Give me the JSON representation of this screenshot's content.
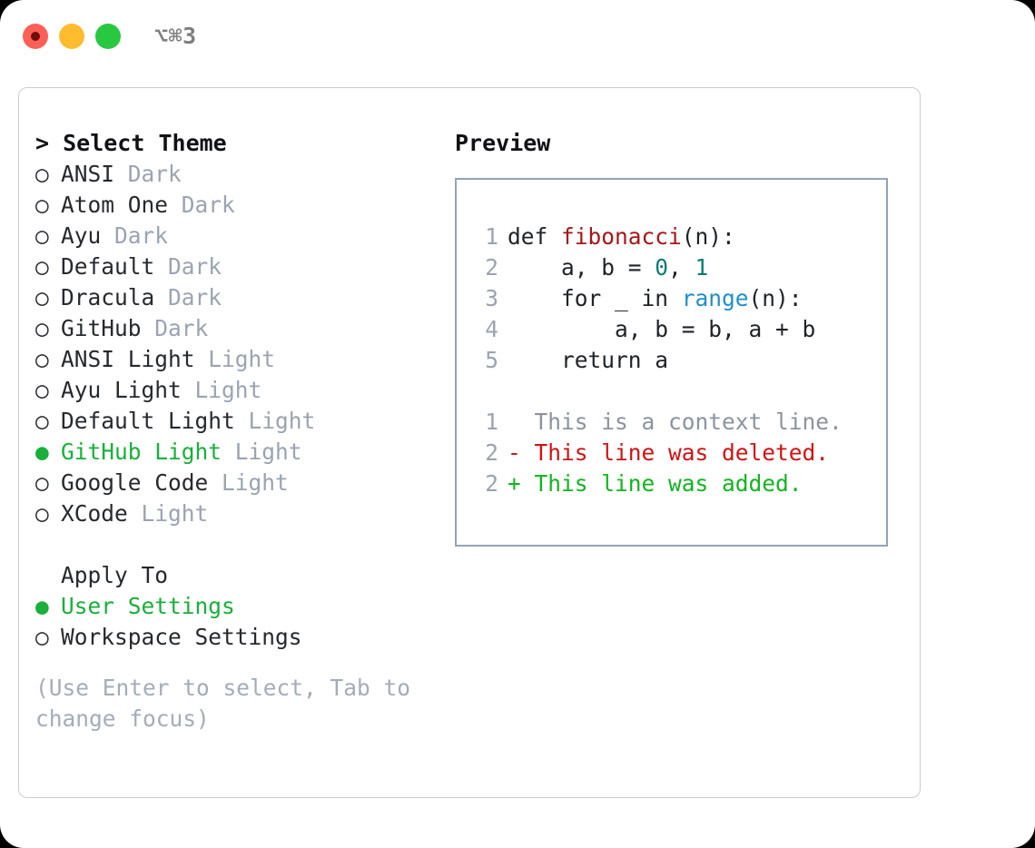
{
  "titlebar": {
    "shortcut": "⌥⌘3",
    "lights": [
      {
        "name": "close",
        "color": "#ff5f57"
      },
      {
        "name": "minimize",
        "color": "#febc2e"
      },
      {
        "name": "maximize",
        "color": "#28c840"
      }
    ]
  },
  "theme_list": {
    "header": "> Select Theme",
    "marker_unselected": "○",
    "marker_selected": "●",
    "selected_color": "#18b03a",
    "items": [
      {
        "marker": "○",
        "label": "ANSI",
        "suffix": "Dark",
        "selected": false
      },
      {
        "marker": "○",
        "label": "Atom One",
        "suffix": "Dark",
        "selected": false
      },
      {
        "marker": "○",
        "label": "Ayu",
        "suffix": "Dark",
        "selected": false
      },
      {
        "marker": "○",
        "label": "Default",
        "suffix": "Dark",
        "selected": false
      },
      {
        "marker": "○",
        "label": "Dracula",
        "suffix": "Dark",
        "selected": false
      },
      {
        "marker": "○",
        "label": "GitHub",
        "suffix": "Dark",
        "selected": false
      },
      {
        "marker": "○",
        "label": "ANSI Light",
        "suffix": "Light",
        "selected": false
      },
      {
        "marker": "○",
        "label": "Ayu Light",
        "suffix": "Light",
        "selected": false
      },
      {
        "marker": "○",
        "label": "Default Light",
        "suffix": "Light",
        "selected": false
      },
      {
        "marker": "●",
        "label": "GitHub Light",
        "suffix": "Light",
        "selected": true
      },
      {
        "marker": "○",
        "label": "Google Code",
        "suffix": "Light",
        "selected": false
      },
      {
        "marker": "○",
        "label": "XCode",
        "suffix": "Light",
        "selected": false
      }
    ]
  },
  "apply_to": {
    "header": "Apply To",
    "items": [
      {
        "marker": "●",
        "label": "User Settings",
        "selected": true
      },
      {
        "marker": "○",
        "label": "Workspace Settings",
        "selected": false
      }
    ]
  },
  "hint": "(Use Enter to select, Tab to change focus)",
  "preview": {
    "title": "Preview",
    "code_lines": [
      {
        "no": "1",
        "segments": [
          {
            "text": "def ",
            "type": "plain"
          },
          {
            "text": "fibonacci",
            "type": "function"
          },
          {
            "text": "(n):",
            "type": "plain"
          }
        ]
      },
      {
        "no": "2",
        "segments": [
          {
            "text": "    a, b = ",
            "type": "plain"
          },
          {
            "text": "0",
            "type": "number"
          },
          {
            "text": ", ",
            "type": "plain"
          },
          {
            "text": "1",
            "type": "number"
          }
        ]
      },
      {
        "no": "3",
        "segments": [
          {
            "text": "    for _ in ",
            "type": "plain"
          },
          {
            "text": "range",
            "type": "builtin"
          },
          {
            "text": "(n):",
            "type": "plain"
          }
        ]
      },
      {
        "no": "4",
        "segments": [
          {
            "text": "        a, b = b, a + b",
            "type": "plain"
          }
        ]
      },
      {
        "no": "5",
        "segments": [
          {
            "text": "    return a",
            "type": "plain"
          }
        ]
      }
    ],
    "diff_lines": [
      {
        "no": "1",
        "prefix": "  ",
        "text": "This is a context line.",
        "kind": "context"
      },
      {
        "no": "2",
        "prefix": "- ",
        "text": "This line was deleted.",
        "kind": "deleted"
      },
      {
        "no": "2",
        "prefix": "+ ",
        "text": "This line was added.",
        "kind": "added"
      }
    ],
    "colors": {
      "function": "#a61717",
      "number": "#0c7b73",
      "builtin": "#1f8fcc",
      "context": "#8b949e",
      "deleted": "#d01313",
      "added": "#12b520",
      "border": "#94a3b8",
      "line_number": "#9aa4b2"
    }
  }
}
